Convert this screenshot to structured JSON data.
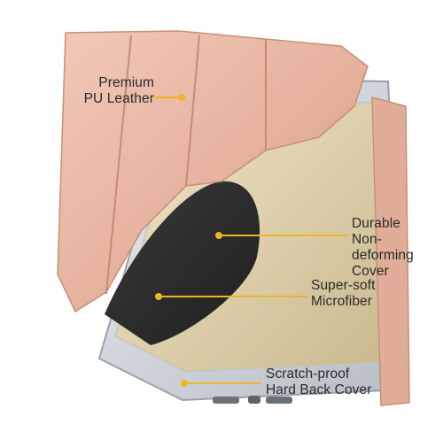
{
  "features": [
    {
      "id": "premium",
      "lines": [
        "Premium",
        "PU Leather"
      ]
    },
    {
      "id": "durable",
      "lines": [
        "Durable",
        "Non-deforming",
        "Cover"
      ]
    },
    {
      "id": "super_soft",
      "lines": [
        "Super-soft",
        "Microfiber"
      ]
    },
    {
      "id": "scratch",
      "lines": [
        "Scratch-proof",
        "Hard Back Cover"
      ]
    }
  ],
  "colors": {
    "leather": "#e7b8a4",
    "leather_shadow": "#d49c86",
    "microfiber": "#2c2c2c",
    "screen": "#e7d9bb",
    "shell": "#d9dde2",
    "callout": "#f0b429"
  }
}
